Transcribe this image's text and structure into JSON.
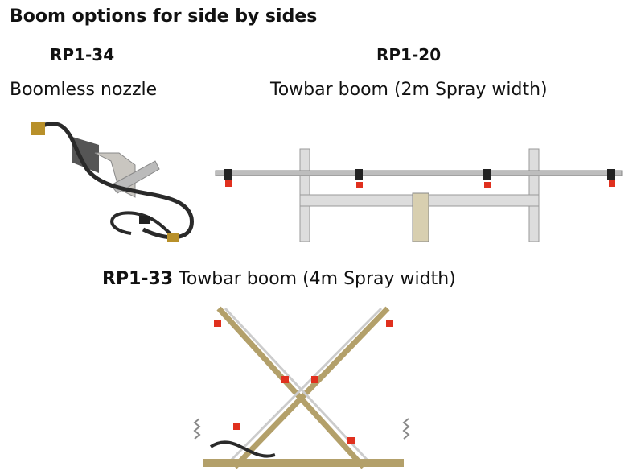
{
  "title": "Boom options for side by sides",
  "products": [
    {
      "code": "RP1-34",
      "description": "Boomless nozzle"
    },
    {
      "code": "RP1-20",
      "description": "Towbar boom (2m Spray width)"
    },
    {
      "code": "RP1-33",
      "description": "Towbar boom (4m Spray width)"
    }
  ],
  "colors": {
    "nozzle": "#e0301e",
    "frame": "#c9c6c0",
    "hose": "#2a2a2a"
  }
}
